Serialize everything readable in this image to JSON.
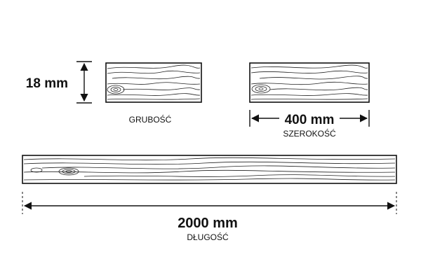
{
  "thickness": {
    "value": "18 mm",
    "label": "GRUBOŚĆ"
  },
  "width": {
    "value": "400 mm",
    "label": "SZEROKOŚĆ"
  },
  "length": {
    "value": "2000 mm",
    "label": "DŁUGOŚĆ"
  },
  "colors": {
    "line": "#111111",
    "background": "#ffffff"
  }
}
